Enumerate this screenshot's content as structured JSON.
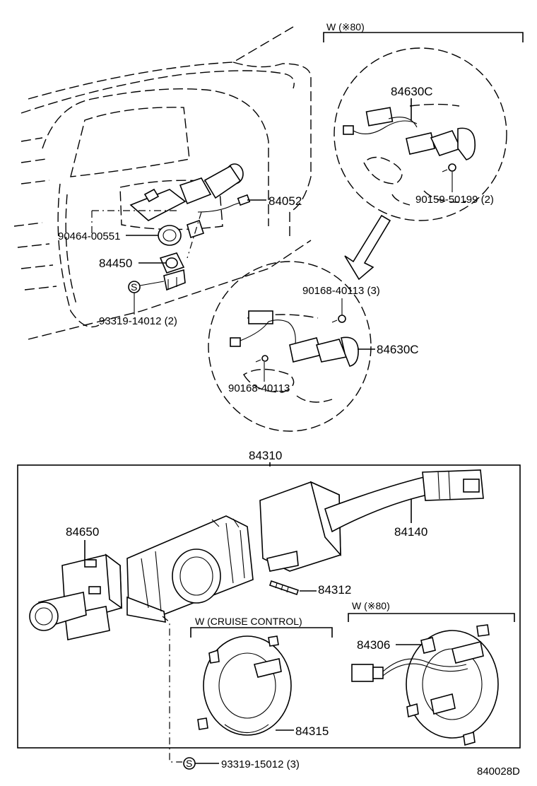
{
  "labels": {
    "w_80_top": "W (※80)",
    "p84630c_top": "84630C",
    "p84052": "84052",
    "p90464": "90464-00551",
    "p84450": "84450",
    "s_mark": "S",
    "p93319_14012": "93319-14012 (2)",
    "p90159": "90159-50199 (2)",
    "p90168_3": "90168-40113 (3)",
    "p84630c_bottom": "84630C",
    "p90168": "90168-40113",
    "p84310": "84310",
    "p84650": "84650",
    "p84140": "84140",
    "p84312": "84312",
    "w_80_bottom": "W (※80)",
    "w_cruise": "W (CRUISE CONTROL)",
    "p84306": "84306",
    "p84315": "84315",
    "s_mark2": "S",
    "p93319_15012": "93319-15012 (3)",
    "drawing_code": "840028D"
  },
  "icons": [
    "s-circle-icon"
  ]
}
